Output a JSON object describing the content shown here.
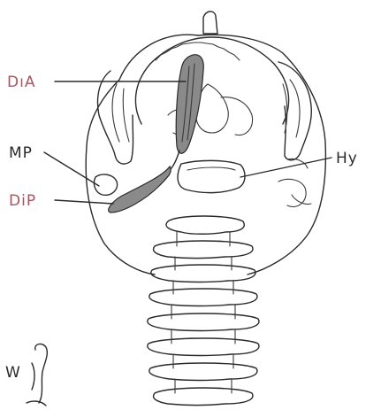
{
  "labels": {
    "dia": "DıA",
    "mp": "MP",
    "dip": "DiP",
    "hy": "Hy",
    "w": "W"
  },
  "colors": {
    "ink": "#2b2b2b",
    "label_red": "#a8555c",
    "label_dark": "#2b2b2b",
    "muscle_fill": "#8a8a8a"
  }
}
